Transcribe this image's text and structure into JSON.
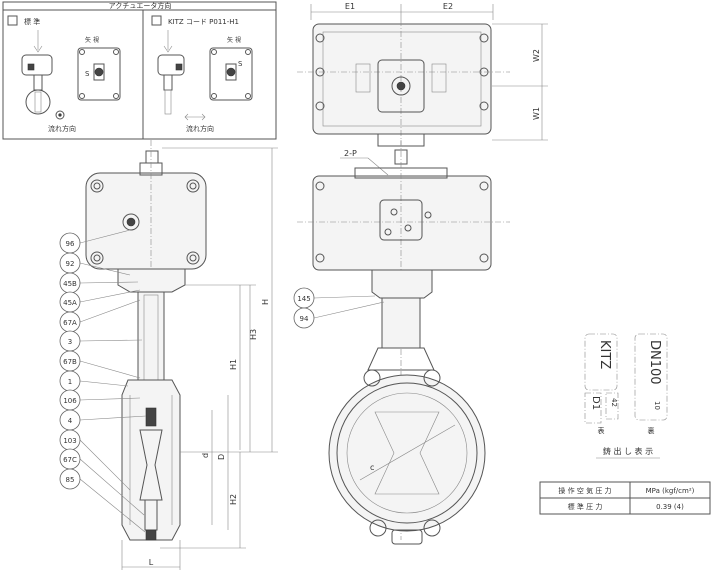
{
  "orientation_box": {
    "title": "アクチュエータ方向",
    "left_option": {
      "label": "標 準",
      "arrow_view": "矢 視",
      "flow": "流れ方向"
    },
    "right_option": {
      "label": "KITZ コード P011-H1",
      "arrow_view": "矢 視",
      "flow": "流れ方向"
    },
    "s_mark": "S"
  },
  "part_labels": [
    "96",
    "92",
    "45B",
    "45A",
    "67A",
    "3",
    "67B",
    "1",
    "106",
    "4",
    "103",
    "67C",
    "85",
    "145",
    "94"
  ],
  "dimensions": {
    "left_view": {
      "H": "H",
      "H1": "H1",
      "H2": "H2",
      "H3": "H3",
      "d": "d",
      "D": "D",
      "L": "L"
    },
    "top_view": {
      "E1": "E1",
      "E2": "E2",
      "W1": "W1",
      "W2": "W2"
    },
    "front_view": {
      "two_p": "2-P",
      "c": "c"
    }
  },
  "markings": {
    "body_text_left": "KITZ",
    "body_text_right": "DN100",
    "small_left": "D1",
    "small_mid": "42",
    "small_right": "10",
    "label_front": "表",
    "label_back": "裏",
    "caption": "鋳 出 し 表 示"
  },
  "pressure_table": {
    "header": {
      "label": "操 作 空 気 圧 力",
      "unit": "MPa (kgf/cm²)"
    },
    "row": {
      "label": "標 準 圧 力",
      "value": "0.39 (4)"
    }
  }
}
